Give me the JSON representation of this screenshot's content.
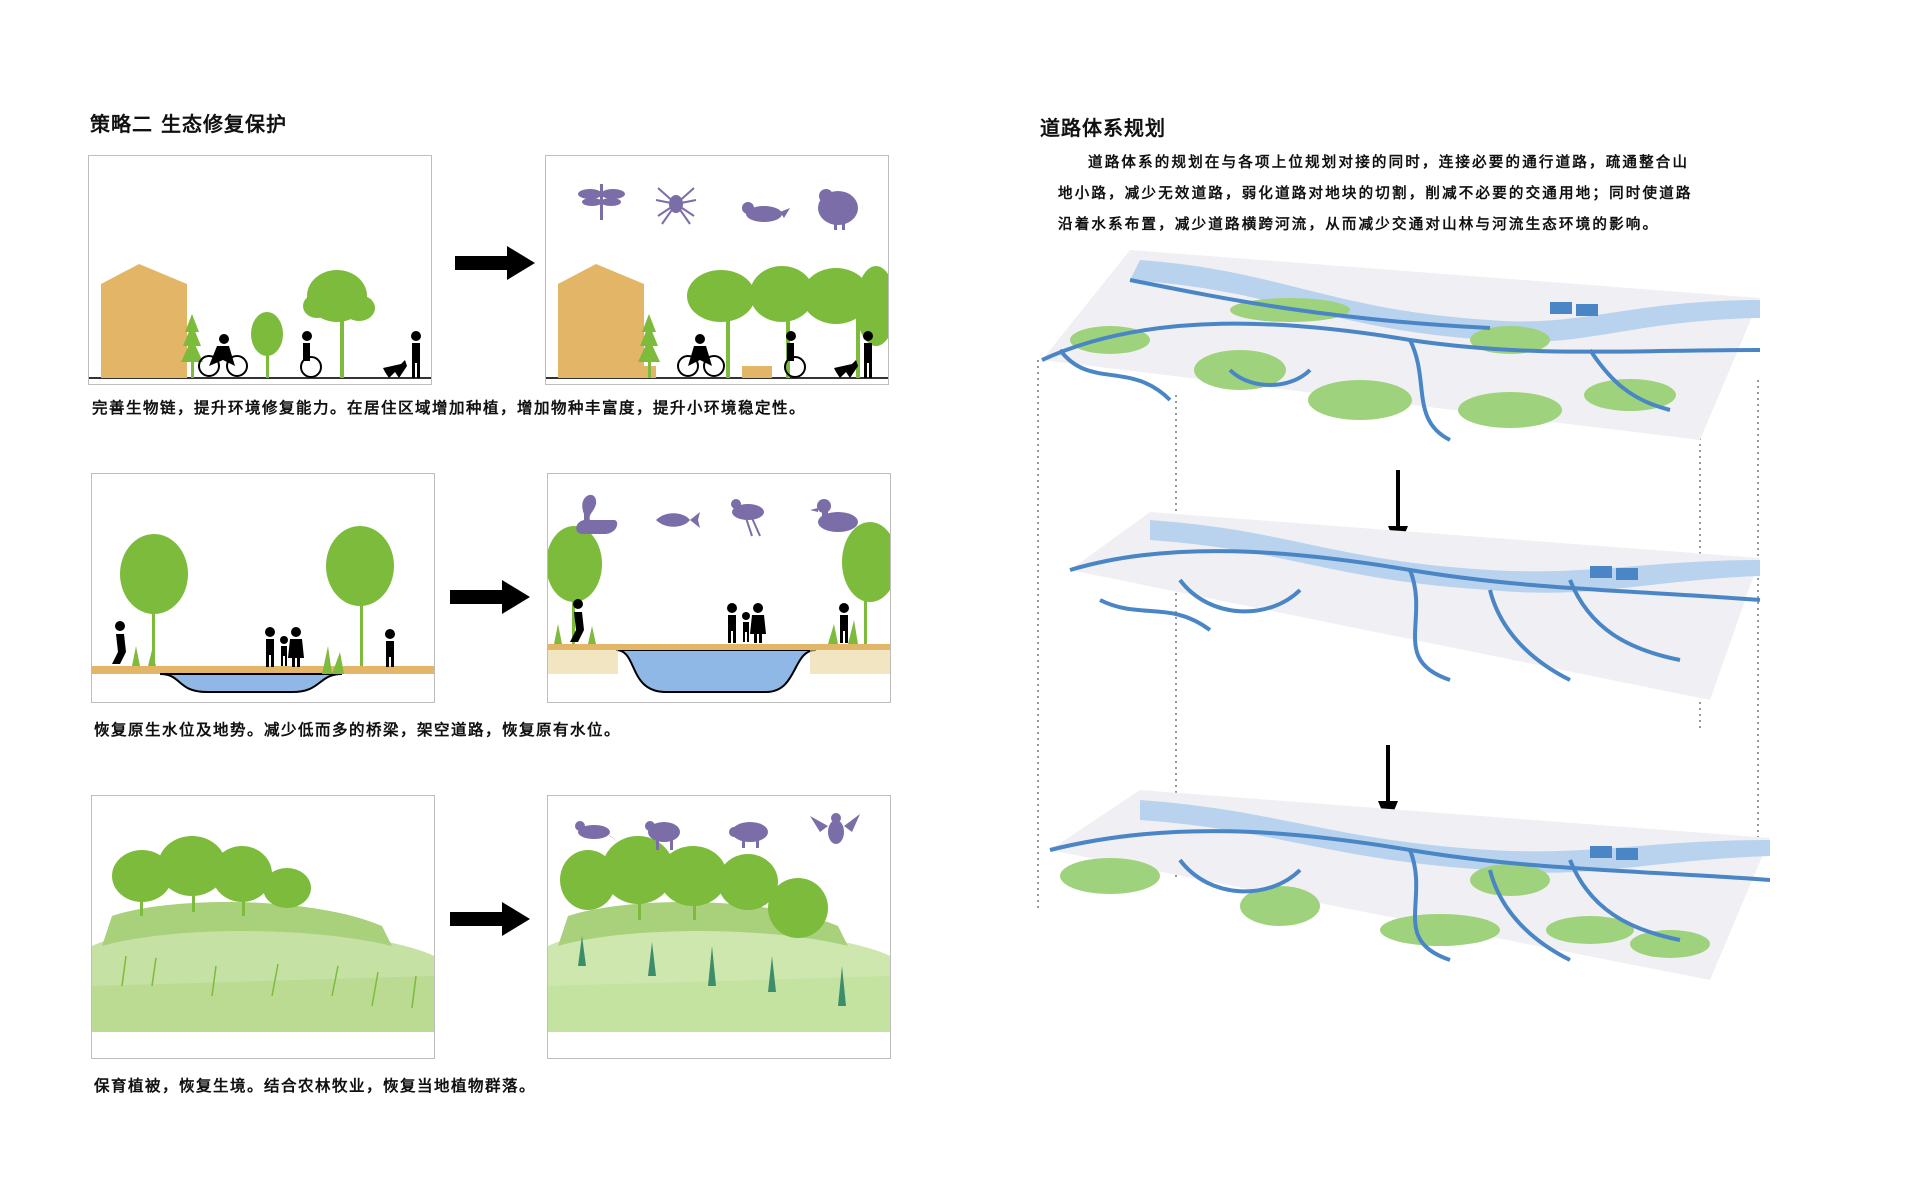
{
  "left": {
    "heading": "策略二  生态修复保护",
    "rows": [
      {
        "caption": "完善生物链，提升环境修复能力。在居住区域增加种植，增加物种丰富度，提升小环境稳定性。",
        "before": "biodiversity-before",
        "after": "biodiversity-after"
      },
      {
        "caption": "恢复原生水位及地势。减少低而多的桥梁，架空道路，恢复原有水位。",
        "before": "water-level-before",
        "after": "water-level-after"
      },
      {
        "caption": "保育植被，恢复生境。结合农林牧业，恢复当地植物群落。",
        "before": "vegetation-before",
        "after": "vegetation-after"
      }
    ],
    "fauna_icons": {
      "row1": [
        "dragonfly-icon",
        "spider-icon",
        "bird-icon",
        "turkey-icon"
      ],
      "row2": [
        "swan-icon",
        "fish-icon",
        "heron-icon",
        "duck-icon"
      ],
      "row3": [
        "otter-icon",
        "sheep-icon",
        "boar-icon",
        "eagle-icon"
      ]
    }
  },
  "right": {
    "heading": "道路体系规划",
    "paragraph_lines": [
      "道路体系的规划在与各项上位规划对接的同时，连接必要的通行道路，疏通整合山",
      "地小路，减少无效道路，弱化道路对地块的切割，削减不必要的交通用地；同时使道路",
      "沿着水系布置，减少道路横跨河流，从而减少交通对山林与河流生态环境的影响。"
    ]
  },
  "colors": {
    "icon_purple": "#7b6da8",
    "tree_green": "#7dbb3c",
    "house_tan": "#e3b566",
    "water_blue": "#8fb8e6",
    "road_blue": "#4a86c5",
    "map_green": "#9fd27c"
  }
}
